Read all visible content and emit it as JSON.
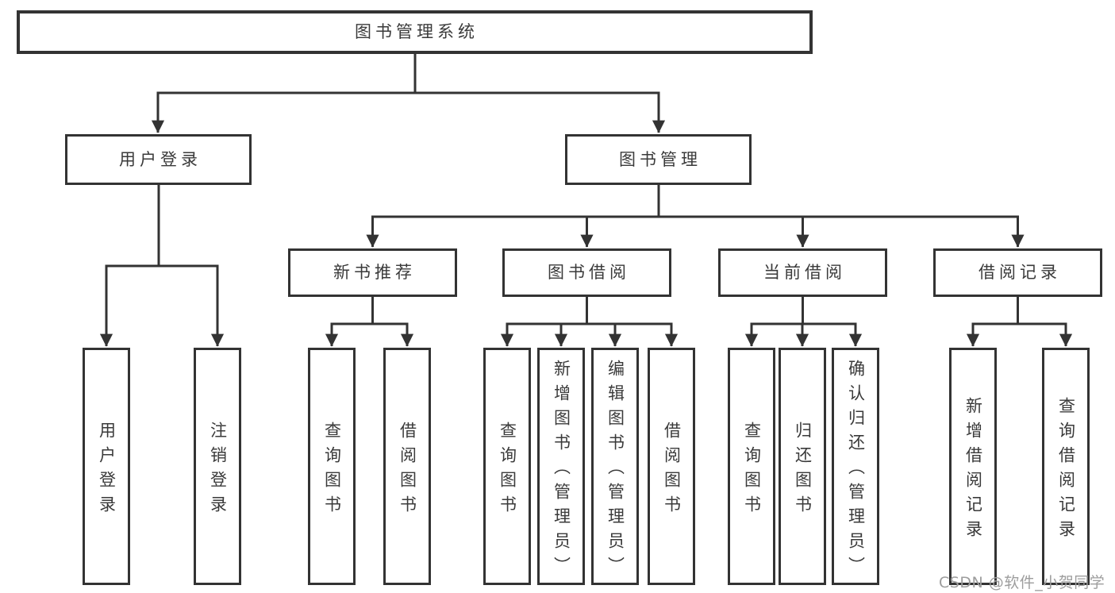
{
  "diagram": {
    "root": {
      "label": "图书管理系统"
    },
    "level2": [
      {
        "label": "用户登录",
        "parent": "图书管理系统"
      },
      {
        "label": "图书管理",
        "parent": "图书管理系统"
      }
    ],
    "level3": [
      {
        "label": "新书推荐",
        "parent": "图书管理"
      },
      {
        "label": "图书借阅",
        "parent": "图书管理"
      },
      {
        "label": "当前借阅",
        "parent": "图书管理"
      },
      {
        "label": "借阅记录",
        "parent": "图书管理"
      }
    ],
    "level4": [
      {
        "label": "用户登录",
        "parent": "用户登录"
      },
      {
        "label": "注销登录",
        "parent": "用户登录"
      },
      {
        "label": "查询图书",
        "parent": "新书推荐"
      },
      {
        "label": "借阅图书",
        "parent": "新书推荐"
      },
      {
        "label": "查询图书",
        "parent": "图书借阅"
      },
      {
        "label": "新增图书（管理员）",
        "parent": "图书借阅"
      },
      {
        "label": "编辑图书（管理员）",
        "parent": "图书借阅"
      },
      {
        "label": "借阅图书",
        "parent": "图书借阅"
      },
      {
        "label": "查询图书",
        "parent": "当前借阅"
      },
      {
        "label": "归还图书",
        "parent": "当前借阅"
      },
      {
        "label": "确认归还（管理员）",
        "parent": "当前借阅"
      },
      {
        "label": "新增借阅记录",
        "parent": "借阅记录"
      },
      {
        "label": "查询借阅记录",
        "parent": "借阅记录"
      }
    ]
  },
  "watermark": "CSDN @软件_小贺同学",
  "colors": {
    "line": "#333333",
    "text": "#3a3a3a",
    "watermark": "#9d9d9d",
    "background": "#ffffff"
  }
}
